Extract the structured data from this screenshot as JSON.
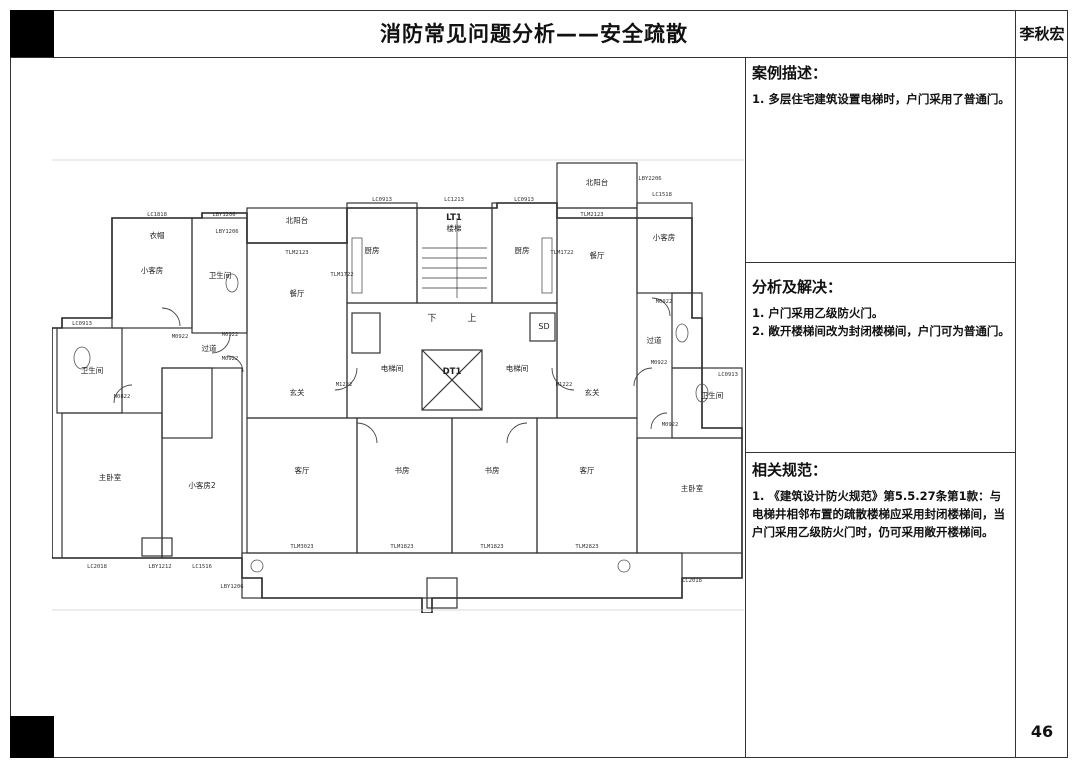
{
  "header": {
    "title": "消防常见问题分析——安全疏散",
    "author": "李秋宏"
  },
  "page_number": "46",
  "sections": {
    "case": {
      "heading": "案例描述：",
      "items": [
        "1. 多层住宅建筑设置电梯时，户门采用了普通门。"
      ]
    },
    "analysis": {
      "heading": "分析及解决：",
      "items": [
        "1. 户门采用乙级防火门。",
        "2. 敞开楼梯间改为封闭楼梯间，户门可为普通门。"
      ]
    },
    "code": {
      "heading": "相关规范：",
      "items": [
        "1. 《建筑设计防火规范》第5.5.27条第1款：与电梯井相邻布置的疏散楼梯应采用封闭楼梯间，当户门采用乙级防火门时，仍可采用敞开楼梯间。"
      ]
    }
  },
  "plan": {
    "rooms": {
      "north_balcony_l": "北阳台",
      "north_balcony_r": "北阳台",
      "kitchen_l": "厨房",
      "kitchen_r": "厨房",
      "stair": "楼梯",
      "stair_code": "LT1",
      "restaurant_l": "餐厅",
      "restaurant_r": "餐厅",
      "small_bed_l": "小客房",
      "small_bed_r": "小客房",
      "small_bed2": "小客房2",
      "master_l": "主卧室",
      "master_r": "主卧室",
      "bath_l": "卫生间",
      "bath_r": "卫生间",
      "wash": "卫生间",
      "corridor_l": "过道",
      "corridor_r": "过道",
      "foyer_l": "玄关",
      "foyer_r": "玄关",
      "living_l": "客厅",
      "living_r": "客厅",
      "study_l": "书房",
      "study_r": "书房",
      "elev_hall_l": "电梯间",
      "elev_hall_r": "电梯间",
      "elevator": "DT1",
      "down": "下",
      "up": "上",
      "sd": "SD",
      "wardrobe": "衣帽"
    },
    "tags": {
      "lc1818": "LC1818",
      "lby1206": "LBY1206",
      "lc0913_a": "LC0913",
      "lc1213": "LC1213",
      "lc0913_b": "LC0913",
      "lby2206": "LBY2206",
      "lc1518": "LC1518",
      "lc0913_l": "LC0913",
      "lc0913_r": "LC0913",
      "lc2018_l": "LC2018",
      "lby1212": "LBY1212",
      "lc1516": "LC1516",
      "lc2018_r": "LC2018",
      "tlm2123_l": "TLM2123",
      "tlm2123_r": "TLM2123",
      "tlm3023": "TLM3023",
      "tlm1823_a": "TLM1823",
      "tlm1823_b": "TLM1823",
      "tlm2823": "TLM2823",
      "m0922_a": "M0922",
      "m0922_b": "M0922",
      "m0922_c": "M0922",
      "m0922_d": "M0922",
      "m1222_l": "M1222",
      "m1222_r": "M1222",
      "tlm1722_l": "TLM1722",
      "tlm1722_r": "TLM1722",
      "m0822": "M0822",
      "m0922_e": "M0922",
      "m0922_f": "M0922",
      "lby1206_b": "LBY1206",
      "lby1206_c": "LBY1206"
    }
  }
}
